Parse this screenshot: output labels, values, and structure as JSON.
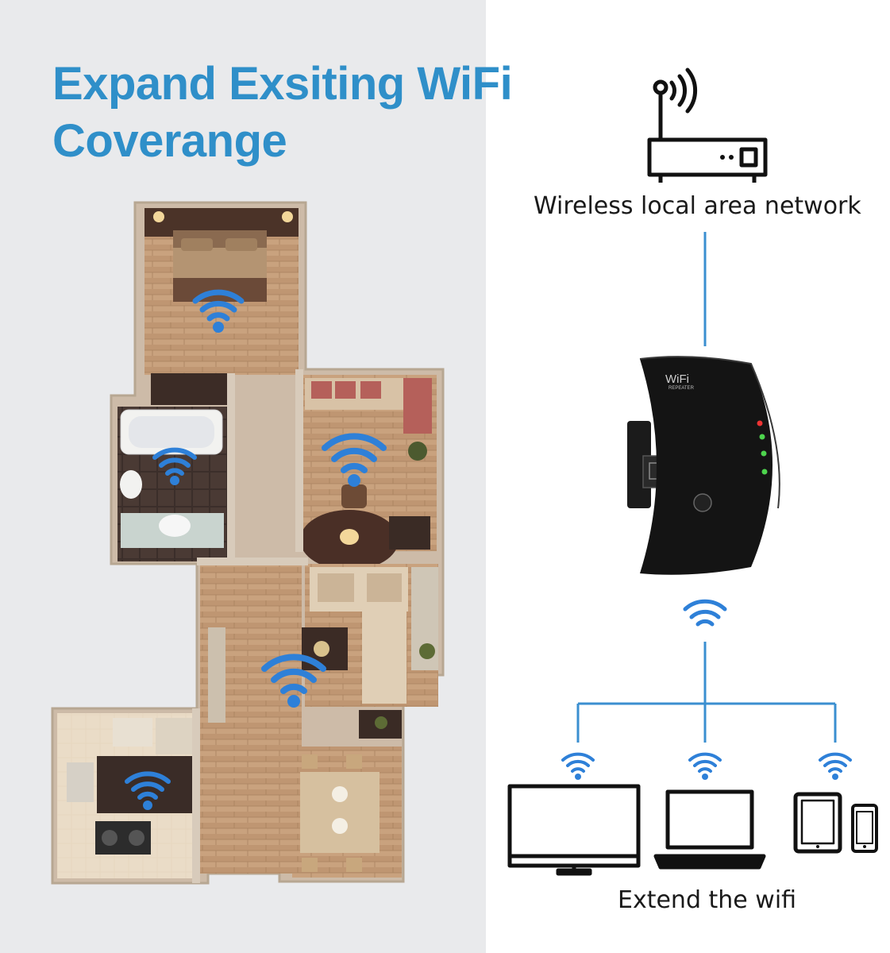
{
  "headline": {
    "line1": "Expand Exsiting WiFi",
    "line2": "Coverange"
  },
  "diagram": {
    "router_label": "Wireless local area network",
    "output_label": "Extend the wifi",
    "device": {
      "brand_text": "WiFi",
      "model_text": "REPEATER"
    }
  },
  "icons": [
    "router-icon",
    "wifi-icon",
    "monitor-icon",
    "laptop-icon",
    "tablet-icon",
    "phone-icon",
    "floor-plan-illustration"
  ],
  "colors": {
    "headline": "#2f8fc9",
    "wifi": "#2e80d8",
    "line": "#3b8fd0",
    "left_background": "#e9eaec",
    "device": "#141414"
  }
}
